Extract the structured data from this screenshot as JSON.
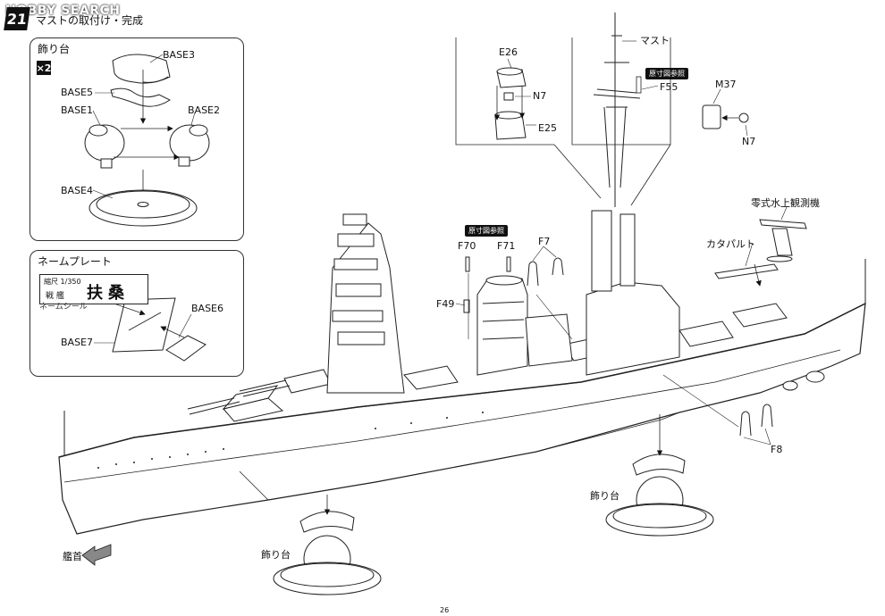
{
  "header": {
    "watermark": "HOBBY SEARCH",
    "step_number": "21",
    "step_title": "マストの取付け・完成"
  },
  "base_panel": {
    "title": "飾り台",
    "multiplier": "×2",
    "parts": {
      "base3": "BASE3",
      "base5": "BASE5",
      "base1": "BASE1",
      "base2": "BASE2",
      "base4": "BASE4"
    }
  },
  "nameplate_panel": {
    "title": "ネームプレート",
    "plate_scale": "縮尺 1/350",
    "plate_type": "戦 艦",
    "plate_name": "扶桑",
    "sticker_label": "ネームシール",
    "parts": {
      "base6": "BASE6",
      "base7": "BASE7"
    }
  },
  "mast_detail": {
    "e26": "E26",
    "n7_left": "N7",
    "e25": "E25",
    "mast_label": "マスト",
    "ref_badge": "原寸図参照",
    "f55": "F55",
    "m37": "M37",
    "n7_right": "N7"
  },
  "ship_labels": {
    "ref_badge": "原寸図参照",
    "f70": "F70",
    "f71": "F71",
    "f7": "F7",
    "f49": "F49",
    "seaplane": "零式水上観測機",
    "catapult": "カタパルト",
    "f8": "F8",
    "stand_right": "飾り台",
    "stand_center": "飾り台",
    "bow": "艦首"
  },
  "page_number": "26"
}
